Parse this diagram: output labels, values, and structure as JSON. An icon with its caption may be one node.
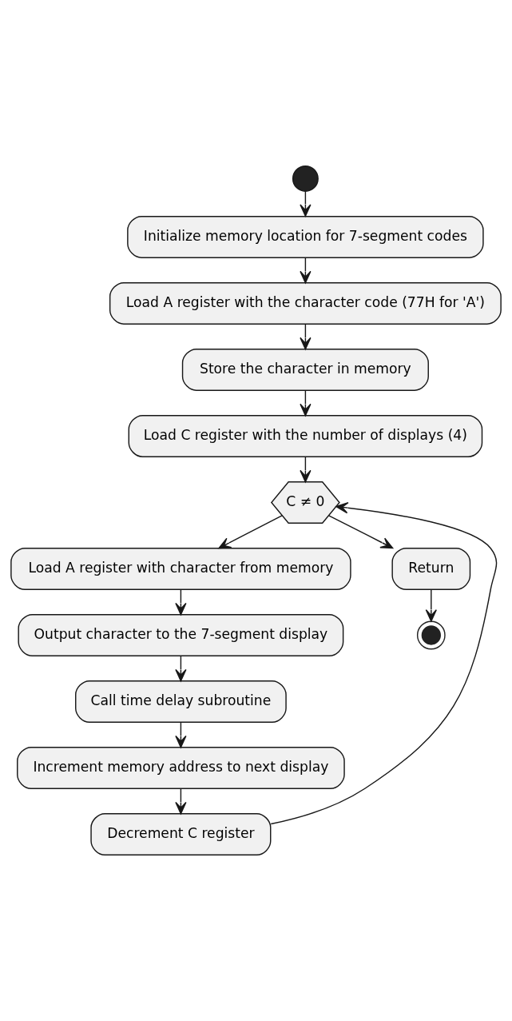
{
  "diagram": {
    "nodes": [
      {
        "text": [],
        "shape": "circle"
      },
      {
        "text": [
          "Initialize memory location for 7-segment codes"
        ]
      },
      {
        "text": [
          "Load A register with the character code (77H for 'A')"
        ]
      },
      {
        "text": [
          "Store the character in memory"
        ]
      },
      {
        "text": [
          "Load C register with the number of displays (4)"
        ]
      },
      {
        "text": [
          "C ≠ 0"
        ]
      },
      {
        "text": [
          "Load A register with character from memory"
        ]
      },
      {
        "text": [
          "Output character to the 7-segment display"
        ]
      },
      {
        "text": [
          "Call time delay subroutine"
        ]
      },
      {
        "text": [
          "Increment memory address to next display"
        ]
      },
      {
        "text": [
          "Decrement C register"
        ]
      },
      {
        "text": [
          "Return"
        ]
      },
      {
        "text": [],
        "shape": "bullseye"
      }
    ],
    "edges": [
      {
        "from": 0,
        "to": 1,
        "arrow": "to"
      },
      {
        "from": 1,
        "to": 2,
        "arrow": "to"
      },
      {
        "from": 2,
        "to": 3,
        "arrow": "to"
      },
      {
        "from": 3,
        "to": 4,
        "arrow": "to"
      },
      {
        "from": 4,
        "to": 5,
        "arrow": "to"
      },
      {
        "from": 5,
        "to": 6,
        "arrow": "to"
      },
      {
        "from": 6,
        "to": 7,
        "arrow": "to"
      },
      {
        "from": 7,
        "to": 8,
        "arrow": "to"
      },
      {
        "from": 8,
        "to": 9,
        "arrow": "to"
      },
      {
        "from": 9,
        "to": 10,
        "arrow": "to"
      },
      {
        "from": 10,
        "to": 5,
        "arrow": "to"
      },
      {
        "from": 5,
        "to": 11,
        "arrow": "to"
      },
      {
        "from": 11,
        "to": 12,
        "arrow": "to"
      }
    ]
  }
}
